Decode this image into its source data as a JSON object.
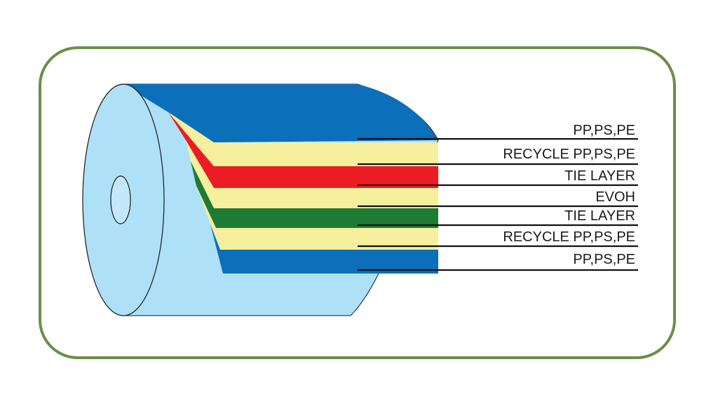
{
  "diagram": {
    "title": "Multilayer barrier film roll",
    "frame_color": "#6a8f48",
    "roll_color": "#aee0f8",
    "layers": [
      {
        "label": "PP,PS,PE",
        "color": "#0b6fba"
      },
      {
        "label": "RECYCLE PP,PS,PE",
        "color": "#f6ef9d"
      },
      {
        "label": "TIE LAYER",
        "color": "#ec1c24"
      },
      {
        "label": "EVOH",
        "color": "#f6ef9d"
      },
      {
        "label": "TIE LAYER",
        "color": "#1e7b34"
      },
      {
        "label": "RECYCLE PP,PS,PE",
        "color": "#f6ef9d"
      },
      {
        "label": "PP,PS,PE",
        "color": "#0b6fba"
      }
    ]
  }
}
